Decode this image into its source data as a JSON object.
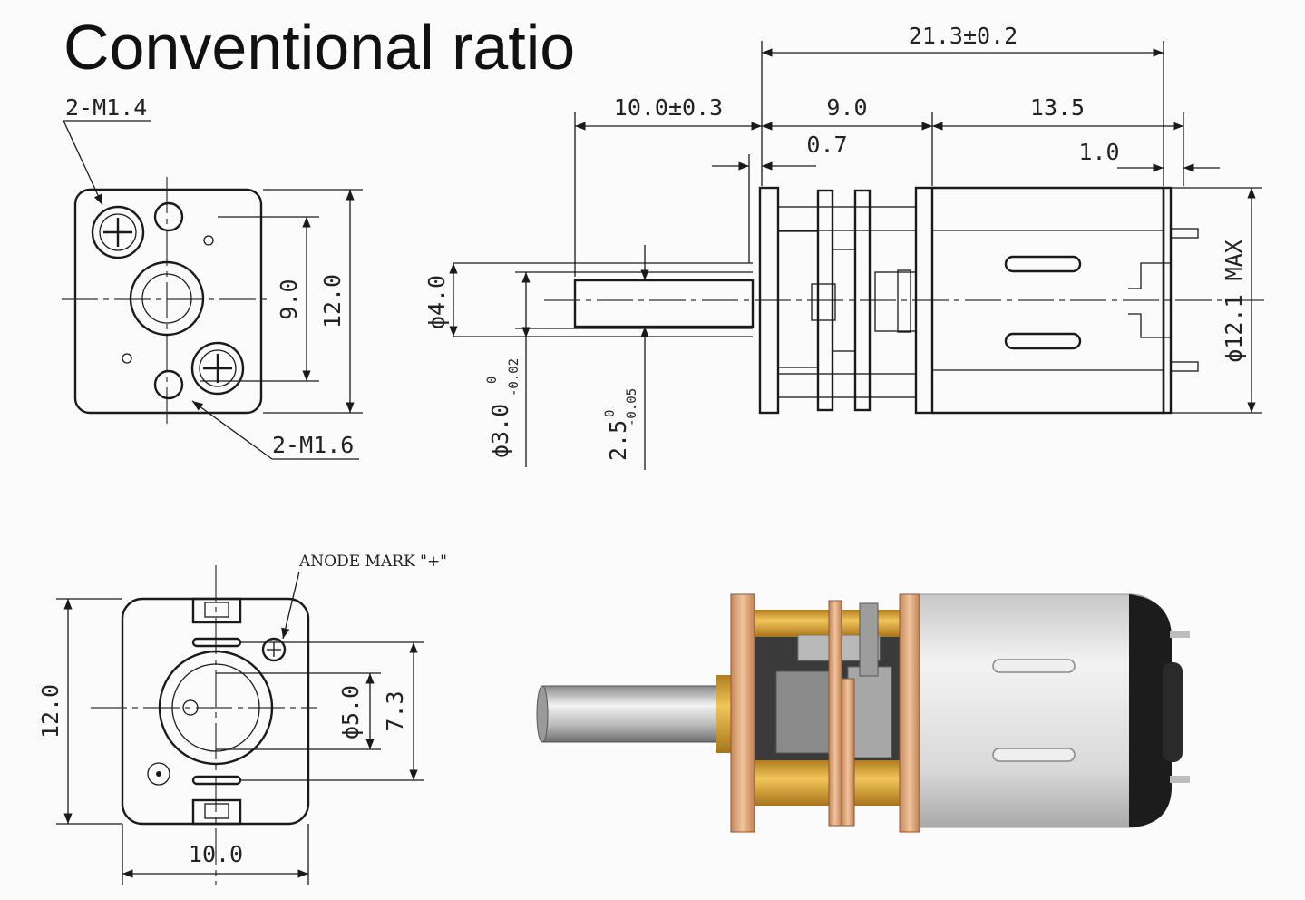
{
  "title": "Conventional ratio",
  "labels": {
    "m14": "2-M1.4",
    "m16": "2-M1.6",
    "w9": "9.0",
    "h12_top": "12.0",
    "total_len": "21.3±0.2",
    "shaft_len": "10.0±0.3",
    "gear_len": "9.0",
    "motor_len": "13.5",
    "plate": "0.7",
    "term": "1.0",
    "d4": "ϕ4.0",
    "d3": "ϕ3.0",
    "d3_tol_upper": "0",
    "d3_tol_lower": "-0.02",
    "flat": "2.5",
    "flat_tol_upper": "0",
    "flat_tol_lower": "-0.05",
    "d12": "ϕ12.1 MAX",
    "anode": "ANODE MARK \"+\"",
    "h12_bottom": "12.0",
    "d5": "ϕ5.0",
    "h73": "7.3",
    "w10": "10.0"
  },
  "colors": {
    "line": "#1a1a1a",
    "background": "#fbfbfb",
    "copper": "#d9a07a",
    "brass": "#e3b54a",
    "steel": "#cfcfcf",
    "dark": "#1c1c1c"
  }
}
